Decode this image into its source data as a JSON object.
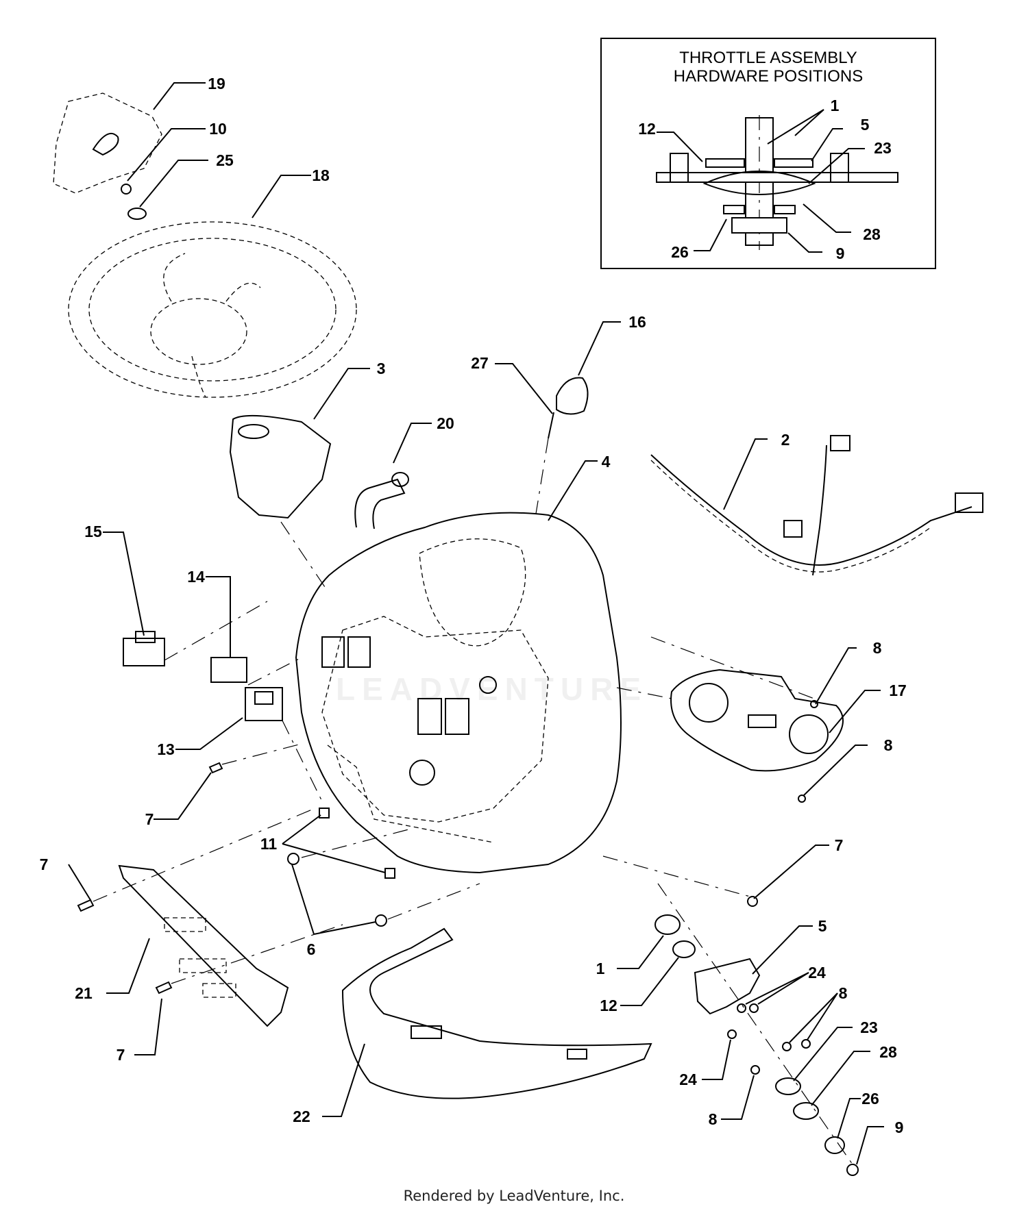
{
  "inset": {
    "title_line1": "THROTTLE ASSEMBLY",
    "title_line2": "HARDWARE POSITIONS"
  },
  "watermark": "LEADVENTURE",
  "footer": "Rendered by LeadVenture, Inc.",
  "callouts": {
    "c1": "1",
    "c2": "2",
    "c3": "3",
    "c4": "4",
    "c5": "5",
    "c6": "6",
    "c7": "7",
    "c8": "8",
    "c9": "9",
    "c10": "10",
    "c11": "11",
    "c12": "12",
    "c13": "13",
    "c14": "14",
    "c15": "15",
    "c16": "16",
    "c17": "17",
    "c18": "18",
    "c19": "19",
    "c20": "20",
    "c21": "21",
    "c22": "22",
    "c23": "23",
    "c24": "24",
    "c25": "25",
    "c26": "26",
    "c27": "27",
    "c28": "28"
  }
}
